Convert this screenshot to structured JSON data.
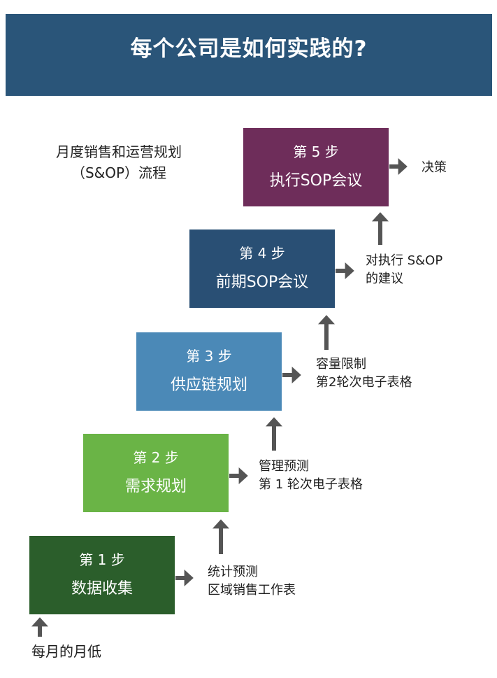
{
  "header": {
    "title": "每个公司是如何实践的?"
  },
  "subtitle": {
    "line1": "月度销售和运营规划",
    "line2": "（S&OP）流程"
  },
  "steps": [
    {
      "num": "第 1 步",
      "name": "数据收集",
      "color": "#2b5e2b"
    },
    {
      "num": "第 2 步",
      "name": "需求规划",
      "color": "#6ab446"
    },
    {
      "num": "第 3 步",
      "name": "供应链规划",
      "color": "#4b89b7"
    },
    {
      "num": "第 4 步",
      "name": "前期SOP会议",
      "color": "#294f74"
    },
    {
      "num": "第 5 步",
      "name": "执行SOP会议",
      "color": "#6e2d5a"
    }
  ],
  "outputs": [
    {
      "line1": "统计预测",
      "line2": "区域销售工作表"
    },
    {
      "line1": "管理预测",
      "line2": "第 1 轮次电子表格"
    },
    {
      "line1": "容量限制",
      "line2": "第2轮次电子表格"
    },
    {
      "line1": "对执行 S&OP",
      "line2": "的建议"
    },
    {
      "line1": "决策"
    }
  ],
  "start_label": "每月的月低",
  "arrow_color": "#555555"
}
